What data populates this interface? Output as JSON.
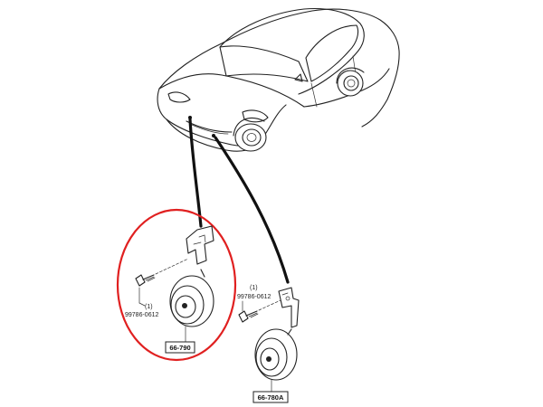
{
  "labels": {
    "qty_left": "(1)",
    "bolt_left": "99786-0612",
    "qty_right": "(1)",
    "bolt_right": "99786-0612",
    "part_left": "66-790",
    "part_right": "66-780A"
  },
  "highlight_color": "#e02020"
}
